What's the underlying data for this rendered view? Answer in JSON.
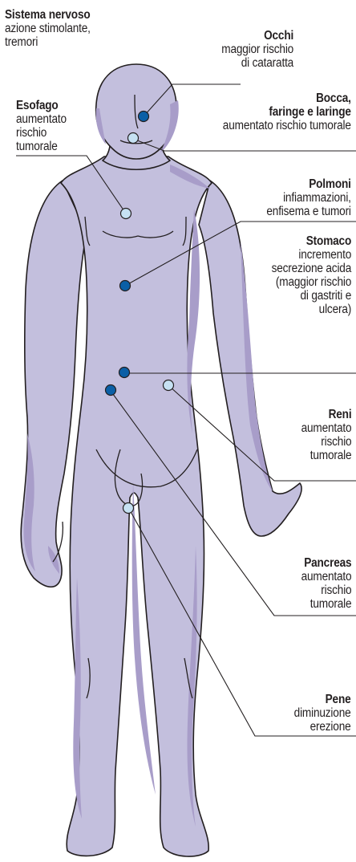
{
  "labels": [
    {
      "id": "sistema-nervoso",
      "title": "Sistema nervoso",
      "text": "azione stimolante,\ntremori",
      "dot": "none"
    },
    {
      "id": "occhi",
      "title": "Occhi",
      "text": "maggior rischio\ndi cataratta",
      "dot": "dark"
    },
    {
      "id": "bocca",
      "title": "Bocca,\nfaringe e laringe",
      "text": "aumentato rischio tumorale",
      "dot": "light"
    },
    {
      "id": "esofago",
      "title": "Esofago",
      "text": "aumentato\nrischio\ntumorale",
      "dot": "light"
    },
    {
      "id": "polmoni",
      "title": "Polmoni",
      "text": "infiammazioni,\nenfisema e tumori",
      "dot": "dark"
    },
    {
      "id": "stomaco",
      "title": "Stomaco",
      "text": "incremento\nsecrezione acida\n(maggior rischio\ndi gastriti e\nulcera)",
      "dot": "dark"
    },
    {
      "id": "reni",
      "title": "Reni",
      "text": "aumentato\nrischio\ntumorale",
      "dot": "light"
    },
    {
      "id": "pancreas",
      "title": "Pancreas",
      "text": "aumentato\nrischio\ntumorale",
      "dot": "dark"
    },
    {
      "id": "pene",
      "title": "Pene",
      "text": "diminuzione\nerezione",
      "dot": "light"
    }
  ],
  "colors": {
    "body_fill": "#c3bfdd",
    "body_shade": "#a89dc9",
    "outline": "#231f20",
    "dot_dark": "#0b5fa6",
    "dot_light": "#c6e1f3",
    "leader": "#231f20"
  }
}
